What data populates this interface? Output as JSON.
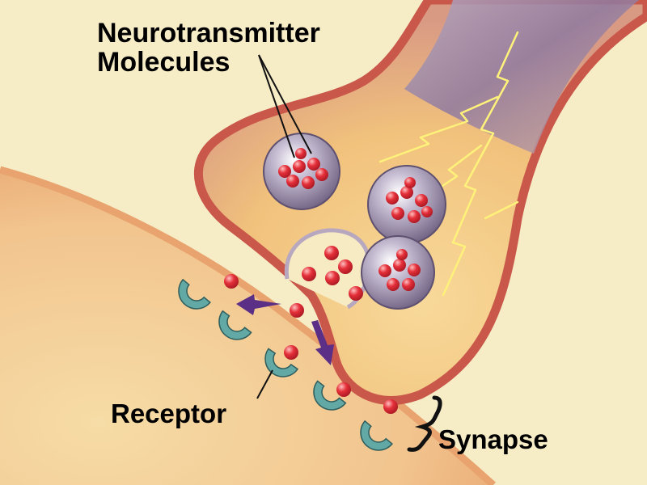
{
  "labels": {
    "neurotransmitter_line1": "Neurotransmitter",
    "neurotransmitter_line2": "Molecules",
    "receptor": "Receptor",
    "synapse": "Synapse"
  },
  "colors": {
    "background": "#f6edc7",
    "postsynaptic_cell": "#f2c48e",
    "axon_membrane": "#c9574a",
    "axon_interior": "#f1c27c",
    "axon_shaft": "#9c86a6",
    "electric_signal": "#fff27a",
    "vesicle": "#8d7d98",
    "neurotransmitter": "#e5303a",
    "receptor": "#62a8a4",
    "arrow": "#5b2f86"
  }
}
